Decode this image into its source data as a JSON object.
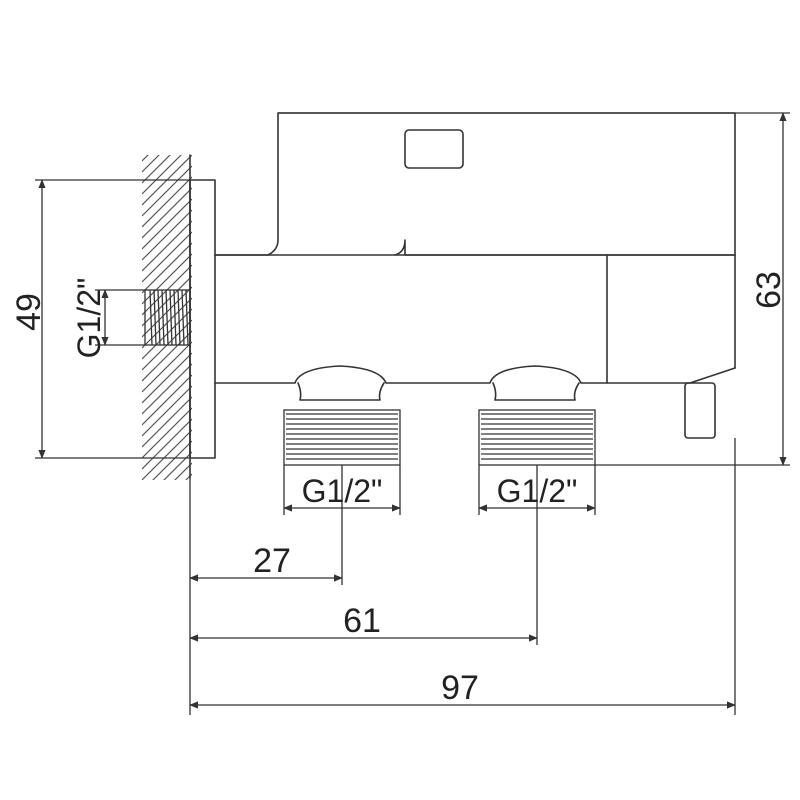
{
  "drawing": {
    "dimensions": {
      "left_height": "49",
      "right_height": "63",
      "wall_thread": "G1/2\"",
      "outlet_thread_1": "G1/2\"",
      "outlet_thread_2": "G1/2\"",
      "dist_first_outlet": "27",
      "dist_second_outlet": "61",
      "total_length": "97"
    },
    "colors": {
      "line": "#333333",
      "background": "#ffffff"
    }
  }
}
